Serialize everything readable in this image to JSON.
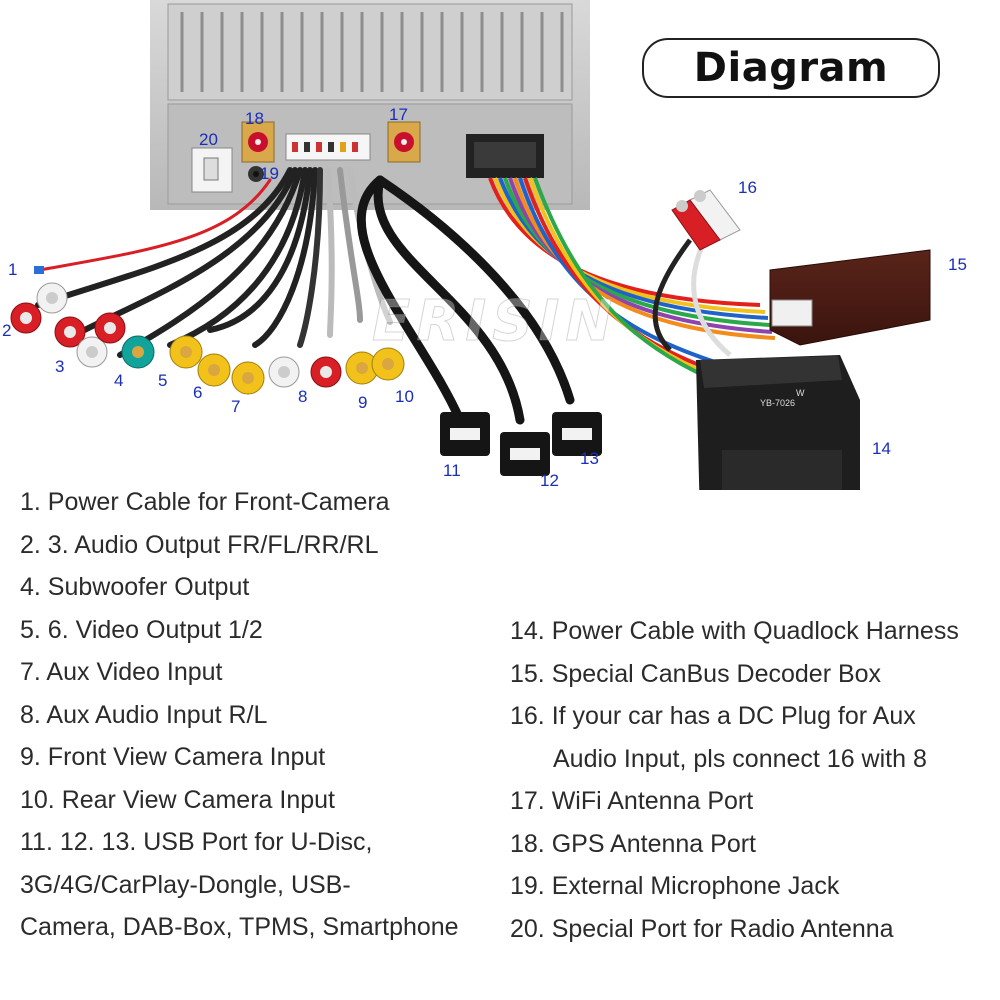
{
  "badge": {
    "title": "Diagram"
  },
  "watermark": "ERISIN",
  "callouts": [
    "1",
    "2",
    "3",
    "4",
    "5",
    "6",
    "7",
    "8",
    "9",
    "10",
    "11",
    "12",
    "13",
    "14",
    "15",
    "16",
    "17",
    "18",
    "19",
    "20"
  ],
  "connector_labels": {
    "box_label_1": "W",
    "box_label_2": "YB-7026"
  },
  "legend_left": [
    "1. Power Cable for Front-Camera",
    "2. 3. Audio Output FR/FL/RR/RL",
    "4. Subwoofer Output",
    "5. 6. Video Output 1/2",
    "7. Aux Video Input",
    "8. Aux Audio Input R/L",
    "9. Front View Camera Input",
    "10. Rear View Camera Input",
    "11. 12. 13. USB Port for U-Disc,",
    "3G/4G/CarPlay-Dongle, USB-",
    "Camera, DAB-Box, TPMS, Smartphone"
  ],
  "legend_right": [
    "14. Power Cable with Quadlock Harness",
    "15. Special CanBus Decoder Box",
    "16. If your car has a DC Plug for Aux",
    "Audio Input, pls connect 16 with 8",
    "17. WiFi Antenna Port",
    "18. GPS Antenna Port",
    "19. External Microphone Jack",
    "20. Special Port for Radio Antenna"
  ],
  "colors": {
    "callout_numbers": "#1a2fb8",
    "rca_red": "#d81f26",
    "rca_white": "#f2f2f2",
    "rca_yellow": "#f2c21b",
    "rca_teal": "#12a39a",
    "decoder_box": "#4a1c14",
    "connector_black": "#1e1e1e",
    "chassis": "#c9c9c9"
  }
}
